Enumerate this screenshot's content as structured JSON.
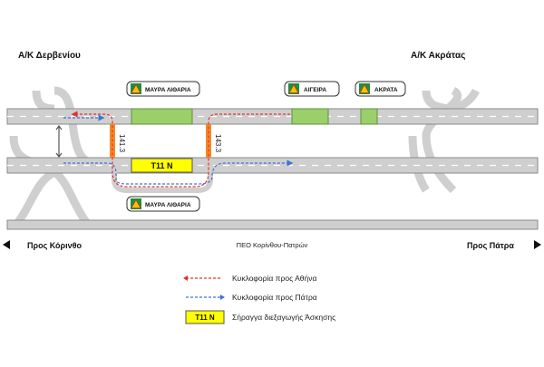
{
  "interchanges": {
    "left": "Α/Κ Δερβενίου",
    "right": "Α/Κ Ακράτας"
  },
  "tunnels": {
    "mavra_top": "ΜΑΥΡΑ ΛΙΘΑΡΙΑ",
    "aigeira": "ΑΙΓΕΙΡΑ",
    "akrata": "ΑΚΡΑΤΑ",
    "mavra_bottom": "ΜΑΥΡΑ ΛΙΘΑΡΙΑ"
  },
  "exercise_tunnel": "T11 N",
  "crossovers": {
    "left": "141.3",
    "right": "143.3"
  },
  "directions": {
    "left": "Προς Κόρινθο",
    "right": "Προς Πάτρα",
    "road": "ΠΕΟ Κορίνθου-Πατρών"
  },
  "legend": {
    "athens": "Κυκλοφορία προς Αθήνα",
    "patra": "Κυκλοφορία προς Πάτρα",
    "tunnel_badge": "T11 N",
    "tunnel": "Σήραγγα διεξαγωγής Άσκησης"
  },
  "colors": {
    "road": "#cfcfcf",
    "road_edge": "#8a8a8a",
    "tunnel_green": "#9bcf6a",
    "exercise_yellow": "#ffff00",
    "crossover_orange": "#f58a2a",
    "athens_red": "#e8302a",
    "patra_blue": "#3f73d6"
  },
  "icons": [
    "tunnel-warning-icon"
  ]
}
